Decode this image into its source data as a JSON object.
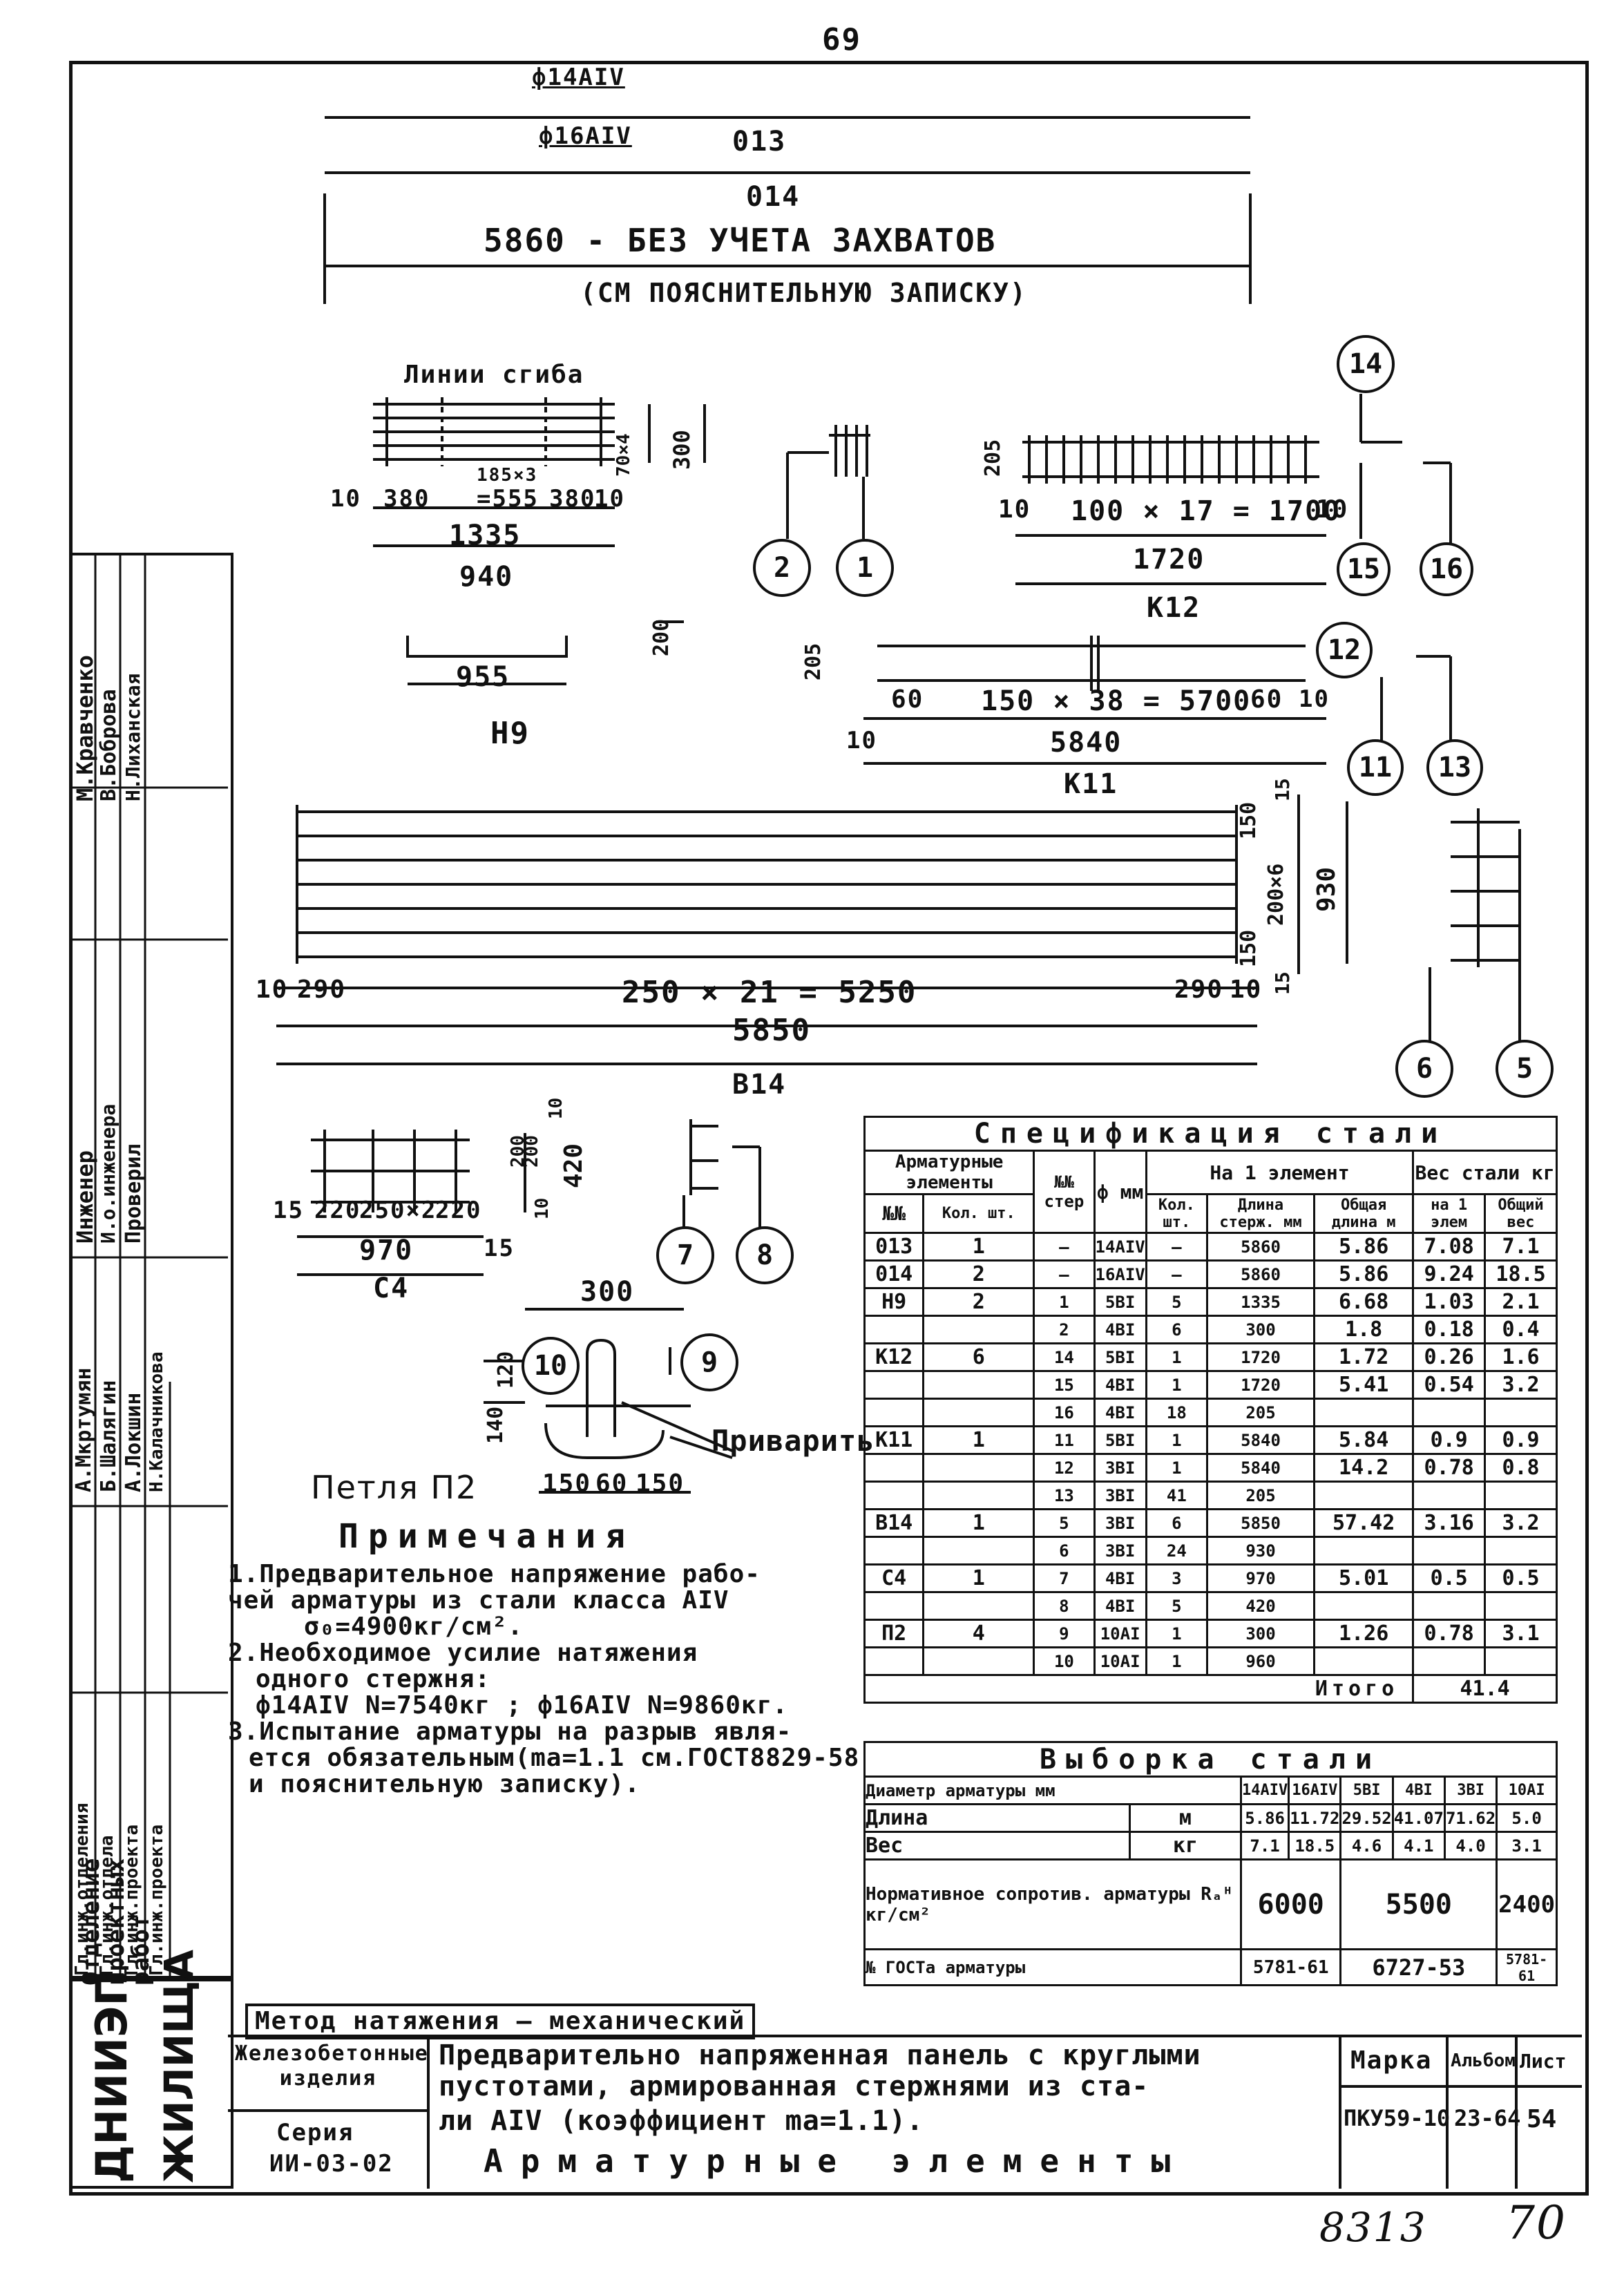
{
  "page_number_top": "69",
  "bottom_numbers": [
    "8313",
    "70"
  ],
  "bars": {
    "bar013_label": "ф14АIV",
    "bar014_label": "ф16АIV",
    "bar013_mark": "013",
    "bar014_mark": "014",
    "length_note": "5860 - БЕЗ УЧЕТА ЗАХВАТОВ",
    "length_note2": "(СМ ПОЯСНИТЕЛЬНУЮ ЗАПИСКУ)"
  },
  "h9": {
    "title": "Н9",
    "bend_lines": "Линии сгиба",
    "dims": [
      "185×3",
      "=555",
      "380",
      "380",
      "10",
      "10",
      "1335",
      "940",
      "955",
      "70×4",
      "300",
      "200"
    ]
  },
  "k12": {
    "title": "К12",
    "dims": [
      "205",
      "100 × 17 = 1700",
      "10",
      "10",
      "1720"
    ],
    "markers": [
      "14",
      "15",
      "16",
      "2",
      "1"
    ]
  },
  "k11": {
    "title": "К11",
    "dims": [
      "205",
      "60",
      "150 × 38 = 5700",
      "60",
      "10",
      "10",
      "5840"
    ],
    "markers": [
      "12",
      "11",
      "13"
    ]
  },
  "b14": {
    "title": "В14",
    "dims": [
      "10",
      "290",
      "250 × 21 = 5250",
      "290",
      "10",
      "5850",
      "150",
      "200×6",
      "150",
      "930",
      "15",
      "15"
    ],
    "markers": [
      "6",
      "5"
    ]
  },
  "c4": {
    "title": "С4",
    "dims": [
      "15",
      "220",
      "250×2",
      "220",
      "15",
      "970",
      "200",
      "200",
      "420",
      "10",
      "10"
    ],
    "markers": [
      "7",
      "8"
    ]
  },
  "p2": {
    "title": "Петля П2",
    "weld": "Приварить",
    "dims": [
      "300",
      "120",
      "140",
      "150",
      "60",
      "150"
    ],
    "markers": [
      "10",
      "9"
    ]
  },
  "notes": {
    "heading": "Примечания",
    "items": [
      "1.Предварительное напряжение рабо-",
      "чей арматуры из стали класса АIV",
      "σ₀=4900кг/см².",
      "2.Необходимое усилие натяжения",
      "одного стержня:",
      "ф14АIV N=7540кг ; ф16АIV N=9860кг.",
      "3.Испытание арматуры на разрыв явля-",
      "ется обязательным(mа=1.1 см.ГОСТ8829-58",
      "и пояснительную записку)."
    ],
    "method": "Метод натяжения — механический"
  },
  "spec": {
    "title": "Спецификация стали",
    "header": [
      "Арматурные элементы",
      "№№ стер",
      "ф мм",
      "На 1 элемент",
      "Вес стали кг"
    ],
    "subheader": [
      "№№",
      "Кол. шт.",
      "Кол. шт.",
      "Длина стерж. мм",
      "Общая длина м",
      "на 1 элем",
      "Общий вес"
    ],
    "rows": [
      [
        "013",
        "1",
        "—",
        "14АIV",
        "—",
        "5860",
        "5.86",
        "7.08",
        "7.1"
      ],
      [
        "014",
        "2",
        "—",
        "16АIV",
        "—",
        "5860",
        "5.86",
        "9.24",
        "18.5"
      ],
      [
        "Н9",
        "2",
        "1",
        "5ВI",
        "5",
        "1335",
        "6.68",
        "1.03",
        "2.1"
      ],
      [
        "",
        "",
        "2",
        "4ВI",
        "6",
        "300",
        "1.8",
        "0.18",
        "0.4"
      ],
      [
        "К12",
        "6",
        "14",
        "5ВI",
        "1",
        "1720",
        "1.72",
        "0.26",
        "1.6"
      ],
      [
        "",
        "",
        "15",
        "4ВI",
        "1",
        "1720",
        "5.41",
        "0.54",
        "3.2"
      ],
      [
        "",
        "",
        "16",
        "4ВI",
        "18",
        "205",
        "",
        "",
        ""
      ],
      [
        "К11",
        "1",
        "11",
        "5ВI",
        "1",
        "5840",
        "5.84",
        "0.9",
        "0.9"
      ],
      [
        "",
        "",
        "12",
        "3ВI",
        "1",
        "5840",
        "14.2",
        "0.78",
        "0.8"
      ],
      [
        "",
        "",
        "13",
        "3ВI",
        "41",
        "205",
        "",
        "",
        ""
      ],
      [
        "В14",
        "1",
        "5",
        "3ВI",
        "6",
        "5850",
        "57.42",
        "3.16",
        "3.2"
      ],
      [
        "",
        "",
        "6",
        "3ВI",
        "24",
        "930",
        "",
        "",
        ""
      ],
      [
        "С4",
        "1",
        "7",
        "4ВI",
        "3",
        "970",
        "5.01",
        "0.5",
        "0.5"
      ],
      [
        "",
        "",
        "8",
        "4ВI",
        "5",
        "420",
        "",
        "",
        ""
      ],
      [
        "П2",
        "4",
        "9",
        "10АI",
        "1",
        "300",
        "1.26",
        "0.78",
        "3.1"
      ],
      [
        "",
        "",
        "10",
        "10АI",
        "1",
        "960",
        "",
        "",
        ""
      ]
    ],
    "total_label": "Итого",
    "total_value": "41.4"
  },
  "selection": {
    "title": "Выборка стали",
    "header": [
      "Диаметр арматуры мм",
      "14АIV",
      "16АIV",
      "5ВI",
      "4ВI",
      "3ВI",
      "10АI"
    ],
    "length": [
      "Длина",
      "м",
      "5.86",
      "11.72",
      "29.52",
      "41.07",
      "71.62",
      "5.0"
    ],
    "weight": [
      "Вес",
      "кг",
      "7.1",
      "18.5",
      "4.6",
      "4.1",
      "4.0",
      "3.1"
    ],
    "resist_label": "Нормативное сопротив. арматуры Rₐᴴ кг/см²",
    "resist_values": [
      "6000",
      "5500",
      "2400"
    ],
    "gost_label": "№ ГОСТа арматуры",
    "gost_values": [
      "5781-61",
      "6727-53",
      "5781-61"
    ]
  },
  "title_block": {
    "org1": "ДНИИЭП",
    "org2": "ЖИЛИЩА",
    "dept": "Отделение проектных работ",
    "product": "Железобетонные изделия",
    "series_label": "Серия",
    "series": "ИИ-03-02",
    "description": "Предварительно напряженная панель с круглыми пустотами, армированная стержнями из ста-ли АIV (коэффициент mа=1.1).",
    "description_line1": "Предварительно напряженная панель с круглыми",
    "description_line2": "пустотами, армированная стержнями из ста-",
    "description_line3": "ли АIV (коэффициент mа=1.1).",
    "subject": "Арматурные элементы",
    "mark_label": "Марка",
    "album_label": "Альбом",
    "sheet_label": "Лист",
    "mark": "ПКУ59-10",
    "album": "23-64",
    "sheet": "54"
  },
  "signatures": {
    "roles": [
      "Гл.инж.отделения",
      "Гл.инж.отдела",
      "Гл.инж.проекта",
      "Гл.инж.проекта",
      "Инженер",
      "И.о.инженера",
      "Проверил"
    ],
    "names": [
      "А.Мкртумян",
      "Б.Шалягин",
      "А.Локшин",
      "Н.Калачникова",
      "М.Кравченко",
      "В.Боброва",
      "Н.Лиханская"
    ]
  }
}
